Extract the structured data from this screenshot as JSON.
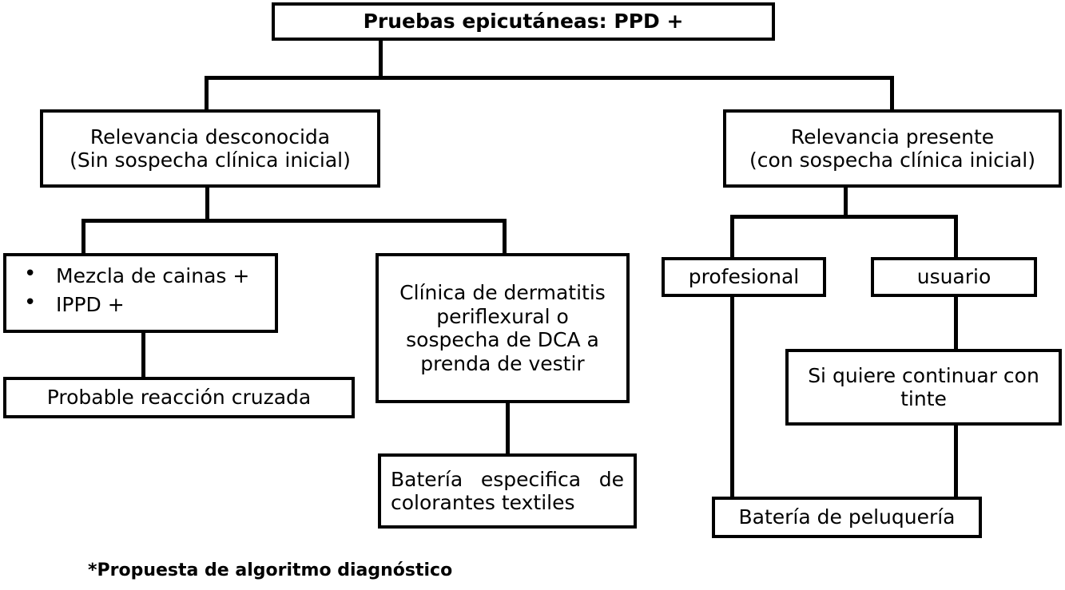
{
  "diagram": {
    "title_box": {
      "label": "Pruebas epicutáneas: PPD +"
    },
    "branches": {
      "left": {
        "label": "Relevancia desconocida\n(Sin sospecha clínica inicial)"
      },
      "right": {
        "label": "Relevancia presente\n(con sospecha clínica inicial)"
      }
    },
    "left_subtree": {
      "findings_box": {
        "items": [
          "Mezcla de cainas +",
          "IPPD +"
        ]
      },
      "cross_reaction_box": {
        "label": "Probable reacción cruzada"
      },
      "clinical_box": {
        "label": "Clínica de dermatitis\nperiflexural o\nsospecha de DCA a\nprenda de vestir"
      },
      "textile_battery_box": {
        "label": "Batería especifica de colorantes textiles"
      }
    },
    "right_subtree": {
      "professional_box": {
        "label": "profesional"
      },
      "user_box": {
        "label": "usuario"
      },
      "continue_dye_box": {
        "label": "Si quiere continuar con\ntinte"
      },
      "hairdressing_battery_box": {
        "label": "Batería de peluquería"
      }
    },
    "footnote": {
      "label": "*Propuesta de algoritmo diagnóstico"
    },
    "colors": {
      "line": "#000000",
      "box_fill": "#ffffff",
      "text": "#000000"
    }
  }
}
